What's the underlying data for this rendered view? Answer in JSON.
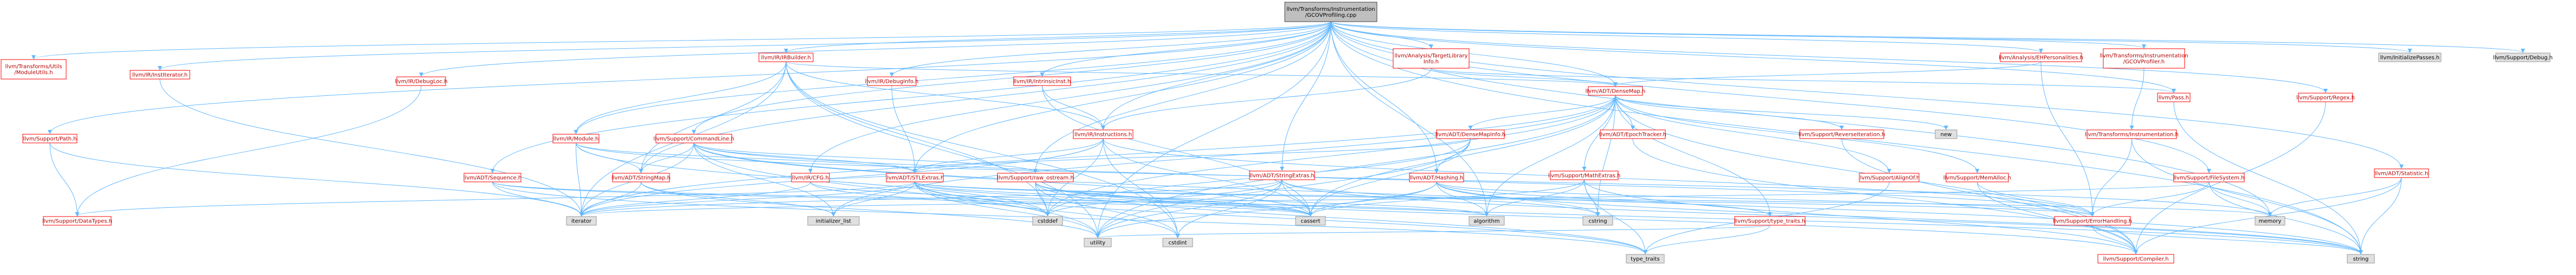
{
  "colors": {
    "edge": "#63b8ff",
    "root_fill": "#bfbfbf",
    "root_stroke": "#404040",
    "link_text": "#b70000",
    "link_stroke": "#ff0000",
    "plain_stroke": "#999999",
    "plain_fill": "#e0e0e0",
    "text": "#000000"
  },
  "nodes": [
    {
      "id": "root",
      "lines": [
        "llvm/Transforms/Instrumentation",
        "/GCOVProfiling.cpp"
      ],
      "kind": "root"
    },
    {
      "id": "moduleutils",
      "lines": [
        "llvm/Transforms/Utils",
        "/ModuleUtils.h"
      ],
      "kind": "link"
    },
    {
      "id": "irbuilder",
      "lines": [
        "llvm/IR/IRBuilder.h"
      ],
      "kind": "link"
    },
    {
      "id": "iriterator",
      "lines": [
        "llvm/IR/InstIterator.h"
      ],
      "kind": "link"
    },
    {
      "id": "debugloc",
      "lines": [
        "llvm/IR/DebugLoc.h"
      ],
      "kind": "link"
    },
    {
      "id": "debuginfo",
      "lines": [
        "llvm/IR/DebugInfo.h"
      ],
      "kind": "link"
    },
    {
      "id": "intrinsicinst",
      "lines": [
        "llvm/IR/IntrinsicInst.h"
      ],
      "kind": "link"
    },
    {
      "id": "targetlibinfo",
      "lines": [
        "llvm/Analysis/TargetLibrary",
        "Info.h"
      ],
      "kind": "link"
    },
    {
      "id": "ehpersonalities",
      "lines": [
        "llvm/Analysis/EHPersonalities.h"
      ],
      "kind": "link"
    },
    {
      "id": "gcovprofiler",
      "lines": [
        "llvm/Transforms/Instrumentation",
        "/GCOVProfiler.h"
      ],
      "kind": "link"
    },
    {
      "id": "initializepasses",
      "lines": [
        "llvm/InitializePasses.h"
      ],
      "kind": "plain"
    },
    {
      "id": "debug",
      "lines": [
        "llvm/Support/Debug.h"
      ],
      "kind": "plain"
    },
    {
      "id": "path",
      "lines": [
        "llvm/Support/Path.h"
      ],
      "kind": "link"
    },
    {
      "id": "densemap",
      "lines": [
        "llvm/ADT/DenseMap.h"
      ],
      "kind": "link"
    },
    {
      "id": "pass",
      "lines": [
        "llvm/Pass.h"
      ],
      "kind": "link"
    },
    {
      "id": "regex",
      "lines": [
        "llvm/Support/Regex.h"
      ],
      "kind": "link"
    },
    {
      "id": "irmodule",
      "lines": [
        "llvm/IR/Module.h"
      ],
      "kind": "link"
    },
    {
      "id": "commandline",
      "lines": [
        "llvm/Support/CommandLine.h"
      ],
      "kind": "link"
    },
    {
      "id": "instructions",
      "lines": [
        "llvm/IR/Instructions.h"
      ],
      "kind": "link"
    },
    {
      "id": "densemapinfo",
      "lines": [
        "llvm/ADT/DenseMapInfo.h"
      ],
      "kind": "link"
    },
    {
      "id": "epochtracker",
      "lines": [
        "llvm/ADT/EpochTracker.h"
      ],
      "kind": "link"
    },
    {
      "id": "reverseiteration",
      "lines": [
        "llvm/Support/ReverseIteration.h"
      ],
      "kind": "link"
    },
    {
      "id": "new",
      "lines": [
        "new"
      ],
      "kind": "plain"
    },
    {
      "id": "instrumentation",
      "lines": [
        "llvm/Transforms/Instrumentation.h"
      ],
      "kind": "link"
    },
    {
      "id": "filesystem",
      "lines": [
        "llvm/Support/FileSystem.h"
      ],
      "kind": "link"
    },
    {
      "id": "statistic",
      "lines": [
        "llvm/ADT/Statistic.h"
      ],
      "kind": "link"
    },
    {
      "id": "sequence",
      "lines": [
        "llvm/ADT/Sequence.h"
      ],
      "kind": "link"
    },
    {
      "id": "stringmap",
      "lines": [
        "llvm/ADT/StringMap.h"
      ],
      "kind": "link"
    },
    {
      "id": "cfg",
      "lines": [
        "llvm/IR/CFG.h"
      ],
      "kind": "link"
    },
    {
      "id": "stlextras",
      "lines": [
        "llvm/ADT/STLExtras.h"
      ],
      "kind": "link"
    },
    {
      "id": "rawostream",
      "lines": [
        "llvm/Support/raw_ostream.h"
      ],
      "kind": "link"
    },
    {
      "id": "stringextras",
      "lines": [
        "llvm/ADT/StringExtras.h"
      ],
      "kind": "link"
    },
    {
      "id": "mathextras",
      "lines": [
        "llvm/Support/MathExtras.h"
      ],
      "kind": "link"
    },
    {
      "id": "hashing",
      "lines": [
        "llvm/ADT/Hashing.h"
      ],
      "kind": "link"
    },
    {
      "id": "alignof",
      "lines": [
        "llvm/Support/AlignOf.h"
      ],
      "kind": "link"
    },
    {
      "id": "memalloc",
      "lines": [
        "llvm/Support/MemAlloc.h"
      ],
      "kind": "link"
    },
    {
      "id": "typetraits",
      "lines": [
        "llvm/Support/type_traits.h"
      ],
      "kind": "link"
    },
    {
      "id": "errorhandling",
      "lines": [
        "llvm/Support/ErrorHandling.h"
      ],
      "kind": "link"
    },
    {
      "id": "datatypes",
      "lines": [
        "llvm/Support/DataTypes.h"
      ],
      "kind": "link"
    },
    {
      "id": "iterator",
      "lines": [
        "iterator"
      ],
      "kind": "plain"
    },
    {
      "id": "initializerlist",
      "lines": [
        "initializer_list"
      ],
      "kind": "plain"
    },
    {
      "id": "cstddef",
      "lines": [
        "cstddef"
      ],
      "kind": "plain"
    },
    {
      "id": "algorithm",
      "lines": [
        "algorithm"
      ],
      "kind": "plain"
    },
    {
      "id": "cstring",
      "lines": [
        "cstring"
      ],
      "kind": "plain"
    },
    {
      "id": "cassert",
      "lines": [
        "cassert"
      ],
      "kind": "plain"
    },
    {
      "id": "cstdint",
      "lines": [
        "cstdint"
      ],
      "kind": "plain"
    },
    {
      "id": "memory",
      "lines": [
        "memory"
      ],
      "kind": "plain"
    },
    {
      "id": "utility",
      "lines": [
        "utility"
      ],
      "kind": "plain"
    },
    {
      "id": "typetraitsstd",
      "lines": [
        "type_traits"
      ],
      "kind": "plain"
    },
    {
      "id": "string",
      "lines": [
        "string"
      ],
      "kind": "plain"
    },
    {
      "id": "compiler",
      "lines": [
        "llvm/Support/Compiler.h"
      ],
      "kind": "link"
    }
  ],
  "edges": [
    [
      "root",
      "moduleutils"
    ],
    [
      "root",
      "irbuilder"
    ],
    [
      "root",
      "iriterator"
    ],
    [
      "root",
      "debugloc"
    ],
    [
      "root",
      "debuginfo"
    ],
    [
      "root",
      "intrinsicinst"
    ],
    [
      "root",
      "targetlibinfo"
    ],
    [
      "root",
      "ehpersonalities"
    ],
    [
      "root",
      "gcovprofiler"
    ],
    [
      "root",
      "initializepasses"
    ],
    [
      "root",
      "debug"
    ],
    [
      "root",
      "path"
    ],
    [
      "root",
      "densemap"
    ],
    [
      "root",
      "pass"
    ],
    [
      "root",
      "regex"
    ],
    [
      "root",
      "irmodule"
    ],
    [
      "root",
      "commandline"
    ],
    [
      "root",
      "instructions"
    ],
    [
      "root",
      "filesystem"
    ],
    [
      "root",
      "statistic"
    ],
    [
      "root",
      "sequence"
    ],
    [
      "root",
      "stringmap"
    ],
    [
      "root",
      "cfg"
    ],
    [
      "root",
      "stlextras"
    ],
    [
      "root",
      "rawostream"
    ],
    [
      "root",
      "stringextras"
    ],
    [
      "root",
      "hashing"
    ],
    [
      "root",
      "algorithm"
    ],
    [
      "root",
      "memory"
    ],
    [
      "root",
      "utility"
    ],
    [
      "root",
      "string"
    ],
    [
      "irbuilder",
      "irmodule"
    ],
    [
      "irbuilder",
      "instructions"
    ],
    [
      "irbuilder",
      "densemap"
    ],
    [
      "irbuilder",
      "stringmap"
    ],
    [
      "irbuilder",
      "cstddef"
    ],
    [
      "irbuilder",
      "cstdint"
    ],
    [
      "irbuilder",
      "utility"
    ],
    [
      "irbuilder",
      "iterator"
    ],
    [
      "iriterator",
      "iterator"
    ],
    [
      "debugloc",
      "datatypes"
    ],
    [
      "debuginfo",
      "stlextras"
    ],
    [
      "intrinsicinst",
      "instructions"
    ],
    [
      "intrinsicinst",
      "cassert"
    ],
    [
      "targetlibinfo",
      "densemap"
    ],
    [
      "targetlibinfo",
      "pass"
    ],
    [
      "targetlibinfo",
      "instructions"
    ],
    [
      "ehpersonalities",
      "densemap"
    ],
    [
      "ehpersonalities",
      "errorhandling"
    ],
    [
      "gcovprofiler",
      "instrumentation"
    ],
    [
      "path",
      "datatypes"
    ],
    [
      "path",
      "iterator"
    ],
    [
      "pass",
      "string"
    ],
    [
      "regex",
      "compiler"
    ],
    [
      "densemap",
      "densemapinfo"
    ],
    [
      "densemap",
      "epochtracker"
    ],
    [
      "densemap",
      "reverseiteration"
    ],
    [
      "densemap",
      "new"
    ],
    [
      "densemap",
      "alignof"
    ],
    [
      "densemap",
      "memalloc"
    ],
    [
      "densemap",
      "mathextras"
    ],
    [
      "densemap",
      "typetraits"
    ],
    [
      "densemap",
      "compiler"
    ],
    [
      "densemap",
      "algorithm"
    ],
    [
      "densemap",
      "cassert"
    ],
    [
      "densemap",
      "cstddef"
    ],
    [
      "densemap",
      "cstring"
    ],
    [
      "densemap",
      "initializerlist"
    ],
    [
      "densemap",
      "iterator"
    ],
    [
      "densemap",
      "utility"
    ],
    [
      "densemapinfo",
      "hashing"
    ],
    [
      "densemapinfo",
      "cassert"
    ],
    [
      "densemapinfo",
      "cstddef"
    ],
    [
      "densemapinfo",
      "utility"
    ],
    [
      "densemapinfo",
      "stlextras"
    ],
    [
      "epochtracker",
      "compiler"
    ],
    [
      "reverseiteration",
      "compiler"
    ],
    [
      "irmodule",
      "stringmap"
    ],
    [
      "irmodule",
      "stlextras"
    ],
    [
      "irmodule",
      "iterator"
    ],
    [
      "irmodule",
      "cstddef"
    ],
    [
      "irmodule",
      "memory"
    ],
    [
      "commandline",
      "stlextras"
    ],
    [
      "commandline",
      "stringmap"
    ],
    [
      "commandline",
      "errorhandling"
    ],
    [
      "commandline",
      "rawostream"
    ],
    [
      "commandline",
      "cassert"
    ],
    [
      "commandline",
      "iterator"
    ],
    [
      "commandline",
      "initializerlist"
    ],
    [
      "commandline",
      "string"
    ],
    [
      "commandline",
      "utility"
    ],
    [
      "instructions",
      "stlextras"
    ],
    [
      "instructions",
      "errorhandling"
    ],
    [
      "instructions",
      "iterator"
    ],
    [
      "instructions",
      "cassert"
    ],
    [
      "instructions",
      "cstddef"
    ],
    [
      "instructions",
      "cstdint"
    ],
    [
      "instrumentation",
      "errorhandling"
    ],
    [
      "instrumentation",
      "string"
    ],
    [
      "filesystem",
      "errorhandling"
    ],
    [
      "filesystem",
      "memory"
    ],
    [
      "filesystem",
      "string"
    ],
    [
      "filesystem",
      "iterator"
    ],
    [
      "statistic",
      "compiler"
    ],
    [
      "statistic",
      "memory"
    ],
    [
      "statistic",
      "string"
    ],
    [
      "sequence",
      "iterator"
    ],
    [
      "sequence",
      "algorithm"
    ],
    [
      "sequence",
      "cassert"
    ],
    [
      "sequence",
      "typetraitsstd"
    ],
    [
      "stringmap",
      "iterator"
    ],
    [
      "stringmap",
      "initializerlist"
    ],
    [
      "stringmap",
      "utility"
    ],
    [
      "cfg",
      "iterator"
    ],
    [
      "cfg",
      "cassert"
    ],
    [
      "cfg",
      "cstddef"
    ],
    [
      "cfg",
      "stlextras"
    ],
    [
      "stlextras",
      "iterator"
    ],
    [
      "stlextras",
      "algorithm"
    ],
    [
      "stlextras",
      "cassert"
    ],
    [
      "stlextras",
      "cstddef"
    ],
    [
      "stlextras",
      "cstdint"
    ],
    [
      "stlextras",
      "initializerlist"
    ],
    [
      "stlextras",
      "memory"
    ],
    [
      "stlextras",
      "utility"
    ],
    [
      "stlextras",
      "typetraitsstd"
    ],
    [
      "stlextras",
      "errorhandling"
    ],
    [
      "stlextras",
      "datatypes"
    ],
    [
      "rawostream",
      "cassert"
    ],
    [
      "rawostream",
      "cstddef"
    ],
    [
      "rawostream",
      "cstdint"
    ],
    [
      "rawostream",
      "string"
    ],
    [
      "rawostream",
      "typetraitsstd"
    ],
    [
      "rawostream",
      "compiler"
    ],
    [
      "stringextras",
      "iterator"
    ],
    [
      "stringextras",
      "cassert"
    ],
    [
      "stringextras",
      "cstddef"
    ],
    [
      "stringextras",
      "cstdint"
    ],
    [
      "stringextras",
      "cstring"
    ],
    [
      "stringextras",
      "string"
    ],
    [
      "stringextras",
      "utility"
    ],
    [
      "mathextras",
      "compiler"
    ],
    [
      "mathextras",
      "algorithm"
    ],
    [
      "mathextras",
      "cassert"
    ],
    [
      "mathextras",
      "cstring"
    ],
    [
      "mathextras",
      "typetraitsstd"
    ],
    [
      "hashing",
      "errorhandling"
    ],
    [
      "hashing",
      "typetraits"
    ],
    [
      "hashing",
      "algorithm"
    ],
    [
      "hashing",
      "cassert"
    ],
    [
      "hashing",
      "cstring"
    ],
    [
      "hashing",
      "string"
    ],
    [
      "hashing",
      "utility"
    ],
    [
      "alignof",
      "typetraitsstd"
    ],
    [
      "memalloc",
      "compiler"
    ],
    [
      "memalloc",
      "errorhandling"
    ],
    [
      "typetraits",
      "utility"
    ],
    [
      "typetraits",
      "typetraitsstd"
    ],
    [
      "errorhandling",
      "compiler"
    ],
    [
      "errorhandling",
      "string"
    ]
  ]
}
